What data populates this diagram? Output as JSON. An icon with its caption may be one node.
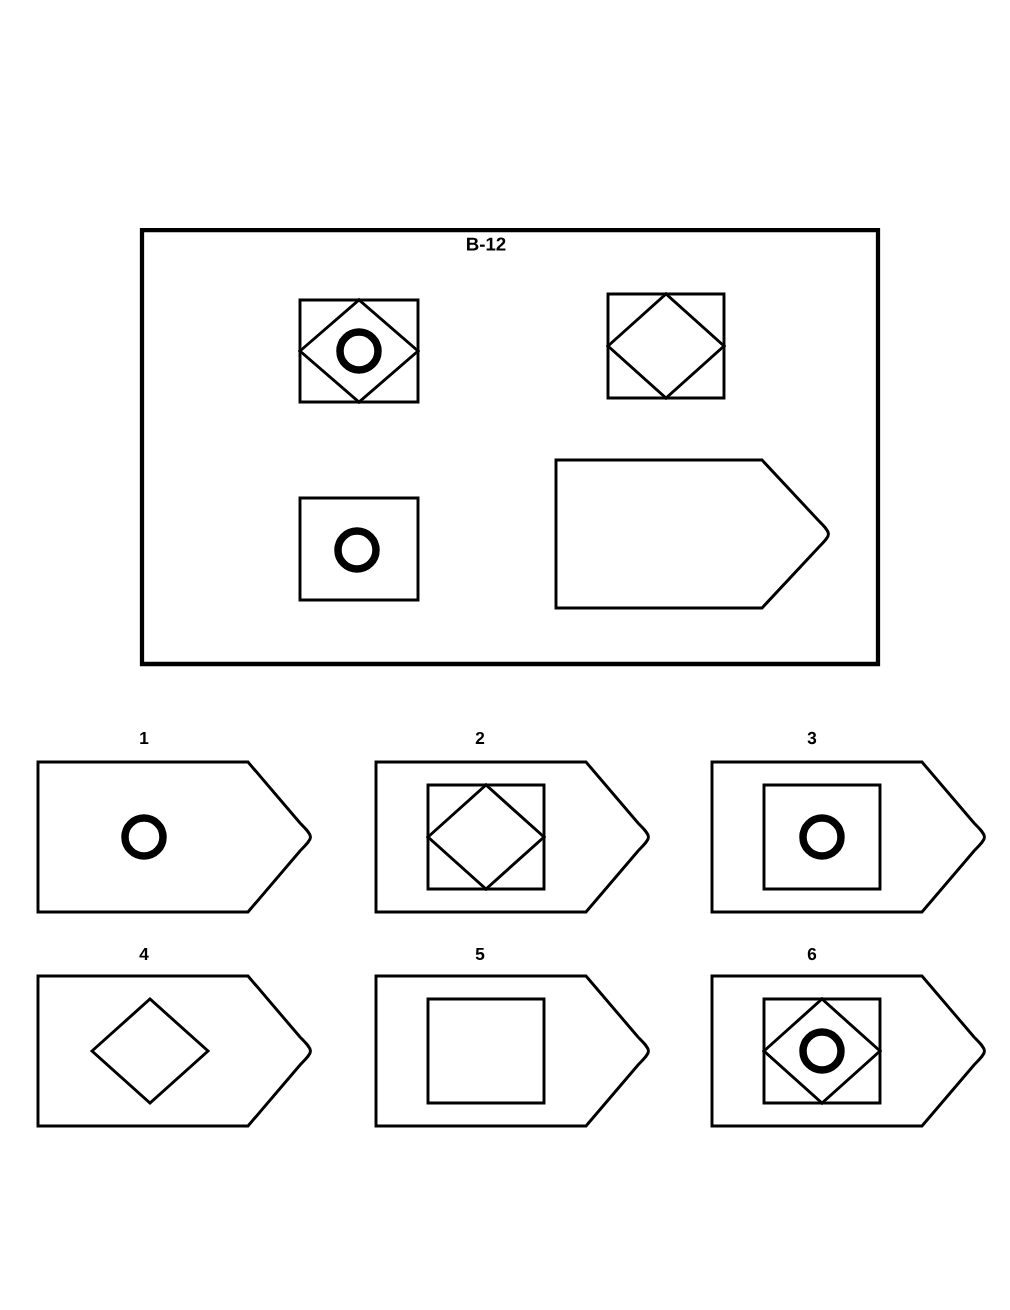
{
  "diagram": {
    "title": "B-12",
    "labels": [
      "1",
      "2",
      "3",
      "4",
      "5",
      "6"
    ]
  }
}
